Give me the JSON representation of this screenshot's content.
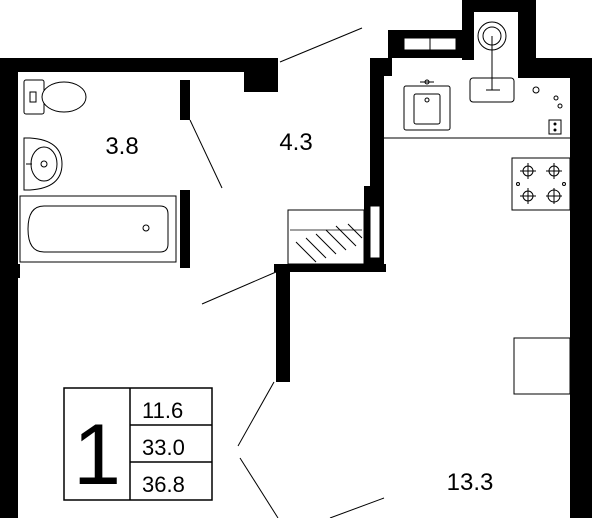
{
  "rooms": {
    "bathroom": "3.8",
    "hallway": "4.3",
    "living": "13.3"
  },
  "legend": {
    "room_count": "1",
    "living_area": "11.6",
    "total_area": "33.0",
    "area_with_balcony": "36.8"
  },
  "colors": {
    "wall": "#000000",
    "fixture": "#000000",
    "background": "#ffffff"
  },
  "icons": [
    "toilet-icon",
    "washbasin-icon",
    "bathtub-icon",
    "kitchen-sink-icon",
    "gas-stove-icon",
    "boiler-icon",
    "electric-socket-icon"
  ]
}
